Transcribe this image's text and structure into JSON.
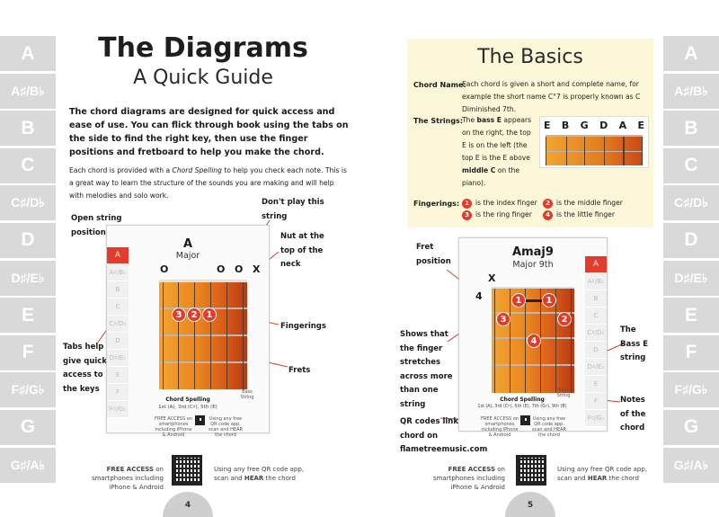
{
  "key_tabs": [
    "A",
    "A♯/B♭",
    "B",
    "C",
    "C♯/D♭",
    "D",
    "D♯/E♭",
    "E",
    "F",
    "F♯/G♭",
    "G",
    "G♯/A♭"
  ],
  "left_page": {
    "title": "The Diagrams",
    "subtitle": "A Quick Guide",
    "intro_bold": "The chord diagrams are designed for quick access and ease of use. You can flick through book using the tabs on the side to find the right key, then use the finger positions and fretboard to help you make the chord.",
    "intro_parts": [
      "Each chord is provided with a ",
      "Chord Spelling",
      " to help you check each note. This is a great way to learn the structure of the sounds you are making and will help with melodies and solo work."
    ],
    "annotations": {
      "open_string": "Open string position",
      "dont_play": "Don't play this string",
      "nut": "Nut at the top of the neck",
      "fingerings": "Fingerings",
      "frets": "Frets",
      "tabs_help": "Tabs help give quick access to the keys"
    },
    "chord": {
      "name": "A",
      "quality": "Major",
      "string_marks": [
        "O",
        "O",
        "O",
        "X"
      ],
      "fingers": [
        "3",
        "2",
        "1"
      ],
      "spelling_title": "Chord Spelling",
      "spelling": "1st (A), 3rd (C♯), 5th (E)",
      "bass_label": "Bass String",
      "free_access_small": "FREE ACCESS on smartphones including iPhone & Android",
      "qr_small": "Using any free QR code app, scan and HEAR the chord"
    },
    "card_tabs": [
      "A",
      "A♯/B♭",
      "B",
      "C",
      "C♯/D♭",
      "D",
      "D♯/E♭",
      "E",
      "F",
      "F♯/G♭",
      "G",
      "G♯/A♭"
    ],
    "footer": {
      "free_access_bold": "FREE ACCESS",
      "free_access_rest": " on smartphones including iPhone & Android",
      "qr_text_1": "Using any free QR code app,",
      "qr_text_2_pre": "scan and ",
      "qr_text_2_bold": "HEAR",
      "qr_text_2_post": " the chord",
      "page_number": "4"
    }
  },
  "right_page": {
    "basics_title": "The Basics",
    "chord_name_label": "Chord Name",
    "chord_name_text": "Each chord is given a short and complete name, for example the short name C°7 is properly known as C Diminished 7th.",
    "strings_label": "The Strings",
    "strings_parts": [
      "The ",
      "bass E",
      " appears on the right, the top E is on the left (the top E is the E above ",
      "middle C",
      " on the piano)."
    ],
    "string_names": [
      "E",
      "B",
      "G",
      "D",
      "A",
      "E"
    ],
    "fingerings_label": "Fingerings",
    "fingerings": [
      {
        "num": "1",
        "text": "is the index finger"
      },
      {
        "num": "2",
        "text": "is the middle finger"
      },
      {
        "num": "3",
        "text": "is the ring finger"
      },
      {
        "num": "4",
        "text": "is the little finger"
      }
    ],
    "annotations": {
      "fret_position": "Fret position",
      "stretches": "Shows that the finger stretches across more than one string",
      "bass_e": "The Bass E string",
      "notes": "Notes of the chord",
      "qr_link": "QR codes link to the chord on flametreemusic.com"
    },
    "chord": {
      "name": "Amaj9",
      "quality": "Major 9th",
      "fret_number": "4",
      "mute_mark": "X",
      "fingers": [
        "1",
        "1",
        "3",
        "2",
        "4"
      ],
      "spelling_title": "Chord Spelling",
      "spelling": "1st (A), 3rd (C♯), 5th (E), 7th (G♯), 9th (B)",
      "bass_label": "Bass String"
    },
    "footer": {
      "free_access_bold": "FREE ACCESS",
      "free_access_rest": " on smartphones including iPhone & Android",
      "qr_text_1": "Using any free QR code app,",
      "qr_text_2_pre": "scan and ",
      "qr_text_2_bold": "HEAR",
      "qr_text_2_post": " the chord",
      "page_number": "5"
    }
  },
  "colors": {
    "accent_red": "#e33a2a",
    "basics_bg": "#fbf7d8",
    "tab_grey": "#d9d9d9"
  }
}
